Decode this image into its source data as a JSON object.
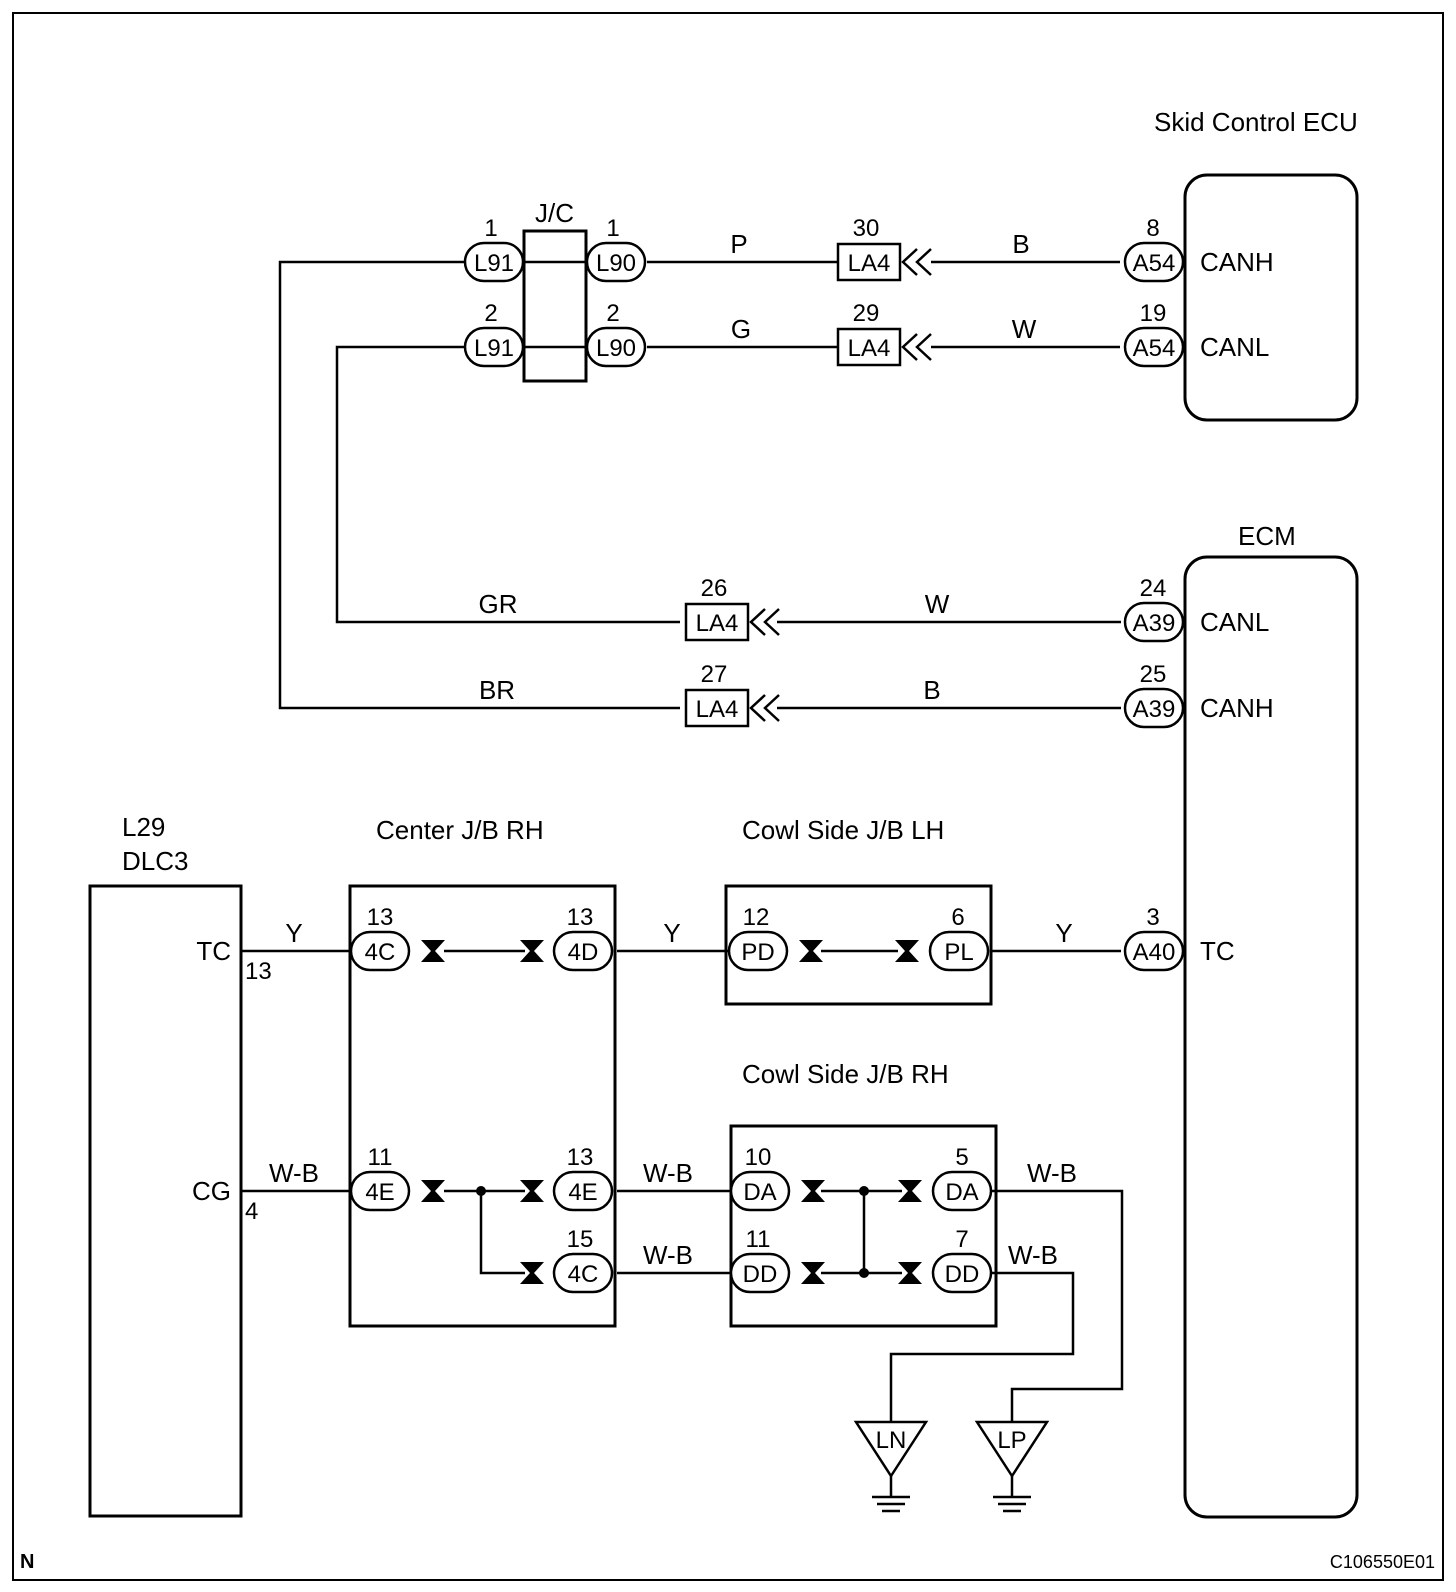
{
  "components": {
    "skid_ecu": {
      "name": "Skid Control ECU",
      "pin_canh": "CANH",
      "pin_canl": "CANL"
    },
    "ecm": {
      "name": "ECM",
      "pin_canl": "CANL",
      "pin_canh": "CANH",
      "pin_tc": "TC"
    },
    "jc": {
      "name": "J/C"
    },
    "dlc3": {
      "code": "L29",
      "name": "DLC3",
      "pin_tc": "TC",
      "pin_tc_num": "13",
      "pin_cg": "CG",
      "pin_cg_num": "4"
    },
    "center_jb": {
      "name": "Center J/B RH"
    },
    "cowl_lh": {
      "name": "Cowl Side J/B LH"
    },
    "cowl_rh": {
      "name": "Cowl Side J/B RH"
    }
  },
  "connectors": {
    "l91_1": {
      "code": "L91",
      "pin": "1"
    },
    "l91_2": {
      "code": "L91",
      "pin": "2"
    },
    "l90_1": {
      "code": "L90",
      "pin": "1"
    },
    "l90_2": {
      "code": "L90",
      "pin": "2"
    },
    "la4_30": {
      "code": "LA4",
      "pin": "30"
    },
    "la4_29": {
      "code": "LA4",
      "pin": "29"
    },
    "la4_26": {
      "code": "LA4",
      "pin": "26"
    },
    "la4_27": {
      "code": "LA4",
      "pin": "27"
    },
    "a54_8": {
      "code": "A54",
      "pin": "8"
    },
    "a54_19": {
      "code": "A54",
      "pin": "19"
    },
    "a39_24": {
      "code": "A39",
      "pin": "24"
    },
    "a39_25": {
      "code": "A39",
      "pin": "25"
    },
    "a40_3": {
      "code": "A40",
      "pin": "3"
    },
    "c4c_13": {
      "code": "4C",
      "pin": "13"
    },
    "c4d_13": {
      "code": "4D",
      "pin": "13"
    },
    "c4e_11": {
      "code": "4E",
      "pin": "11"
    },
    "c4e_13": {
      "code": "4E",
      "pin": "13"
    },
    "c4c_15": {
      "code": "4C",
      "pin": "15"
    },
    "pd_12": {
      "code": "PD",
      "pin": "12"
    },
    "pl_6": {
      "code": "PL",
      "pin": "6"
    },
    "da_10": {
      "code": "DA",
      "pin": "10"
    },
    "da_5": {
      "code": "DA",
      "pin": "5"
    },
    "dd_11": {
      "code": "DD",
      "pin": "11"
    },
    "dd_7": {
      "code": "DD",
      "pin": "7"
    }
  },
  "wire_colors": {
    "p": "P",
    "b1": "B",
    "g": "G",
    "w1": "W",
    "gr": "GR",
    "w2": "W",
    "br": "BR",
    "b2": "B",
    "y1": "Y",
    "y2": "Y",
    "y3": "Y",
    "wb1": "W-B",
    "wb2": "W-B",
    "wb3": "W-B",
    "wb4": "W-B",
    "wb5": "W-B"
  },
  "grounds": {
    "ln": "LN",
    "lp": "LP"
  },
  "footer": {
    "corner": "N",
    "code": "C106550E01"
  }
}
